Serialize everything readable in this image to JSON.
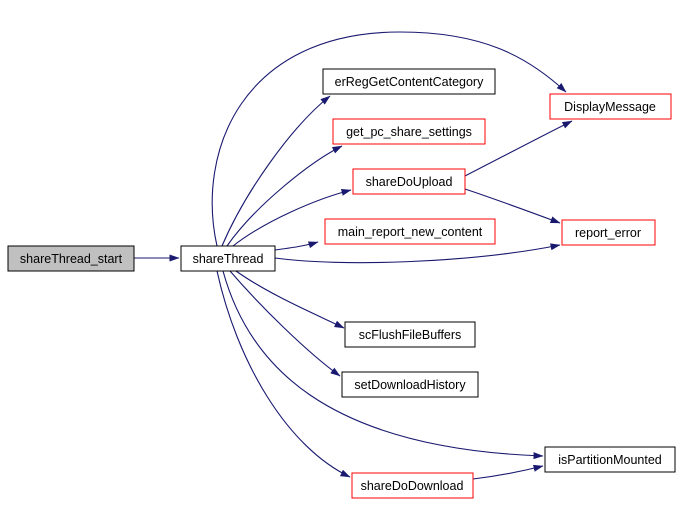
{
  "diagram": {
    "type": "call-graph",
    "background_color": "#ffffff",
    "edge_color": "#191970",
    "normal_border_color": "#000000",
    "expandable_border_color": "#ff0000",
    "start_node_fill": "#c0c0c0",
    "node_fill": "#ffffff",
    "text_color": "#000000"
  },
  "nodes": {
    "shareThread_start": {
      "label": "shareThread_start",
      "border": "black",
      "fill": "gray"
    },
    "shareThread": {
      "label": "shareThread",
      "border": "black",
      "fill": "white"
    },
    "erRegGetContentCategory": {
      "label": "erRegGetContentCategory",
      "border": "black",
      "fill": "white"
    },
    "get_pc_share_settings": {
      "label": "get_pc_share_settings",
      "border": "red",
      "fill": "white"
    },
    "shareDoUpload": {
      "label": "shareDoUpload",
      "border": "red",
      "fill": "white"
    },
    "main_report_new_content": {
      "label": "main_report_new_content",
      "border": "red",
      "fill": "white"
    },
    "DisplayMessage": {
      "label": "DisplayMessage",
      "border": "red",
      "fill": "white"
    },
    "report_error": {
      "label": "report_error",
      "border": "red",
      "fill": "white"
    },
    "scFlushFileBuffers": {
      "label": "scFlushFileBuffers",
      "border": "black",
      "fill": "white"
    },
    "setDownloadHistory": {
      "label": "setDownloadHistory",
      "border": "black",
      "fill": "white"
    },
    "shareDoDownload": {
      "label": "shareDoDownload",
      "border": "red",
      "fill": "white"
    },
    "isPartitionMounted": {
      "label": "isPartitionMounted",
      "border": "black",
      "fill": "white"
    }
  },
  "edges": [
    {
      "from": "shareThread_start",
      "to": "shareThread"
    },
    {
      "from": "shareThread",
      "to": "erRegGetContentCategory"
    },
    {
      "from": "shareThread",
      "to": "get_pc_share_settings"
    },
    {
      "from": "shareThread",
      "to": "shareDoUpload"
    },
    {
      "from": "shareThread",
      "to": "main_report_new_content"
    },
    {
      "from": "shareThread",
      "to": "DisplayMessage"
    },
    {
      "from": "shareThread",
      "to": "report_error"
    },
    {
      "from": "shareThread",
      "to": "scFlushFileBuffers"
    },
    {
      "from": "shareThread",
      "to": "setDownloadHistory"
    },
    {
      "from": "shareThread",
      "to": "isPartitionMounted"
    },
    {
      "from": "shareThread",
      "to": "shareDoDownload"
    },
    {
      "from": "shareDoUpload",
      "to": "DisplayMessage"
    },
    {
      "from": "shareDoUpload",
      "to": "report_error"
    },
    {
      "from": "shareDoDownload",
      "to": "isPartitionMounted"
    }
  ]
}
